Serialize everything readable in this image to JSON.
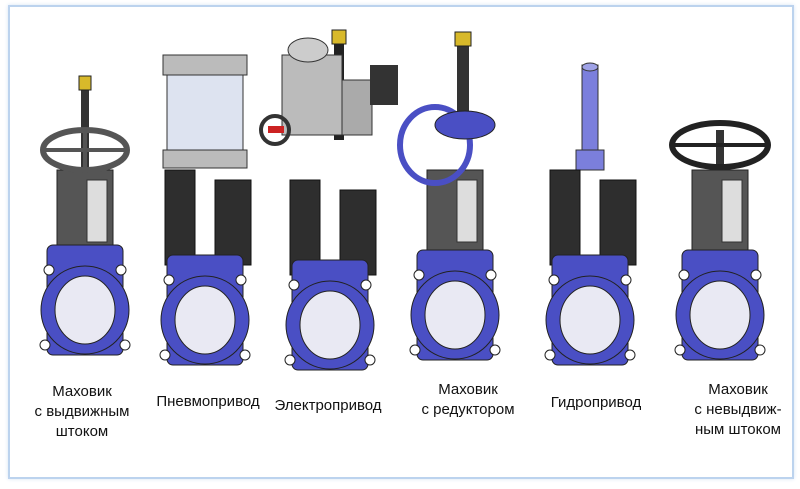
{
  "valves": [
    {
      "label_lines": [
        "Маховик",
        "с выдвижным",
        "штоком"
      ]
    },
    {
      "label_lines": [
        "Пневмопривод"
      ]
    },
    {
      "label_lines": [
        "Электропривод"
      ]
    },
    {
      "label_lines": [
        "Маховик",
        "с редуктором"
      ]
    },
    {
      "label_lines": [
        "Гидропривод"
      ]
    },
    {
      "label_lines": [
        "Маховик",
        "с невыдвиж-",
        "ным штоком"
      ]
    }
  ],
  "colors": {
    "body": "#4a4fc4",
    "gate": "#3a3a3a",
    "frame": "#bcd3ee"
  }
}
